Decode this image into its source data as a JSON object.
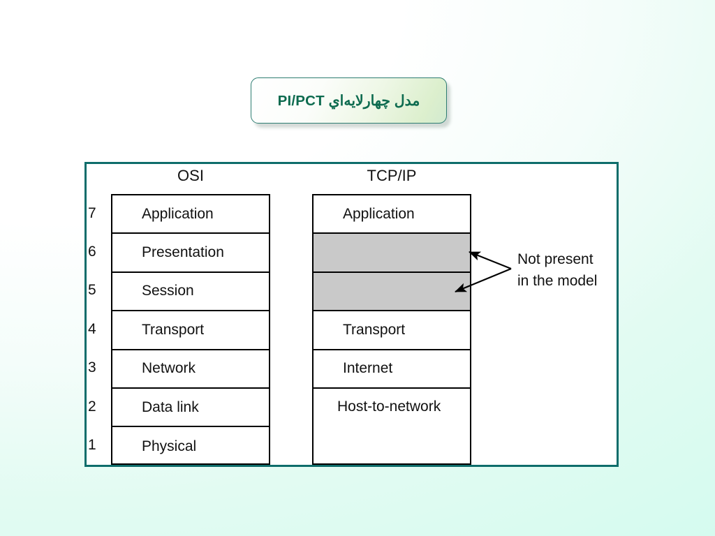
{
  "slide": {
    "title": "مدل چهارلايه‌اي TCP/IP",
    "background_color": "#d4fbef",
    "frame_color": "#0e6d6b",
    "title_text_color": "#0d6b4f",
    "empty_cell_color": "#c9c9c9"
  },
  "diagram": {
    "columns": [
      {
        "header": "OSI"
      },
      {
        "header": "TCP/IP"
      }
    ],
    "layer_numbers": [
      "7",
      "6",
      "5",
      "4",
      "3",
      "2",
      "1"
    ],
    "osi_layers": [
      {
        "label": "Application"
      },
      {
        "label": "Presentation"
      },
      {
        "label": "Session"
      },
      {
        "label": "Transport"
      },
      {
        "label": "Network"
      },
      {
        "label": "Data link"
      },
      {
        "label": "Physical"
      }
    ],
    "tcpip_layers": [
      {
        "label": "Application",
        "empty": false,
        "span": 1
      },
      {
        "label": "",
        "empty": true,
        "span": 1
      },
      {
        "label": "",
        "empty": true,
        "span": 1
      },
      {
        "label": "Transport",
        "empty": false,
        "span": 1
      },
      {
        "label": "Internet",
        "empty": false,
        "span": 1
      },
      {
        "label": "Host-to-network",
        "empty": false,
        "span": 2
      }
    ],
    "annotation": {
      "line1": "Not present",
      "line2": "in the model"
    }
  }
}
